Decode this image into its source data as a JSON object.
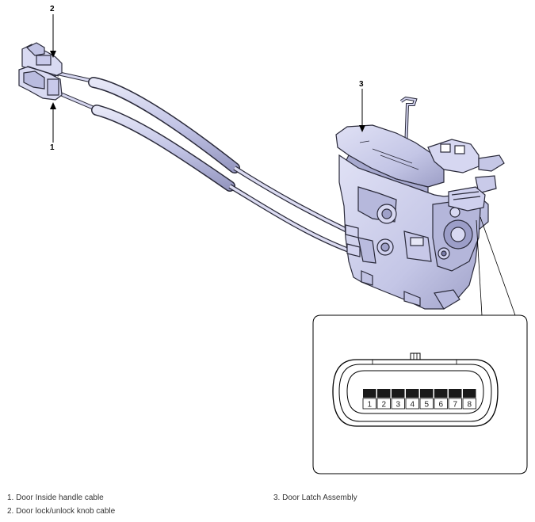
{
  "callouts": {
    "c1": "1",
    "c2": "2",
    "c3": "3"
  },
  "connector": {
    "pins": [
      "1",
      "2",
      "3",
      "4",
      "5",
      "6",
      "7",
      "8"
    ]
  },
  "legend": {
    "item1": "1. Door Inside handle cable",
    "item2": "2. Door lock/unlock knob cable",
    "item3": "3. Door Latch Assembly"
  },
  "colors": {
    "body": "#c9cbe8",
    "body_dark": "#9a9cc4",
    "body_light": "#e3e4f6",
    "outline": "#2a2a3a"
  }
}
